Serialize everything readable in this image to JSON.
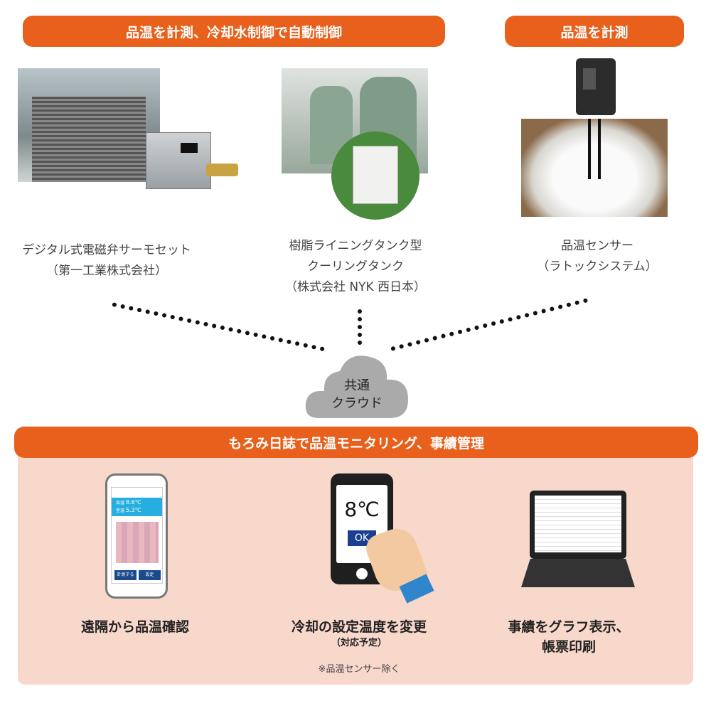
{
  "banners": {
    "top_left": "品温を計測、冷却水制御で自動制御",
    "top_right": "品温を計測",
    "bottom": "もろみ日誌で品温モニタリング、事績管理"
  },
  "products": [
    {
      "line1": "デジタル式電磁弁サーモセット",
      "line2": "（第一工業株式会社）"
    },
    {
      "line1": "樹脂ライニングタンク型",
      "line2": "クーリングタンク",
      "line3": "（株式会社 NYK 西日本）"
    },
    {
      "line1": "品温センサー",
      "line2": "（ラトックシステム）"
    }
  ],
  "cloud": {
    "line1": "共通",
    "line2": "クラウド"
  },
  "features": [
    {
      "label": "遠隔から品温確認"
    },
    {
      "label": "冷却の設定温度を変更",
      "sub": "（対応予定）",
      "note": "※品温センサー除く"
    },
    {
      "line1": "事績をグラフ表示、",
      "line2": "帳票印刷"
    }
  ],
  "phone_app": {
    "product_temp_label": "品温",
    "product_temp": "8.6℃",
    "room_temp_label": "室温",
    "room_temp": "5.3℃",
    "measure_button": "計測する",
    "settings_button": "設定"
  },
  "smartphone": {
    "temp": "8℃",
    "ok": "OK"
  },
  "colors": {
    "accent": "#e8601c",
    "panel": "#f8d8cb"
  }
}
